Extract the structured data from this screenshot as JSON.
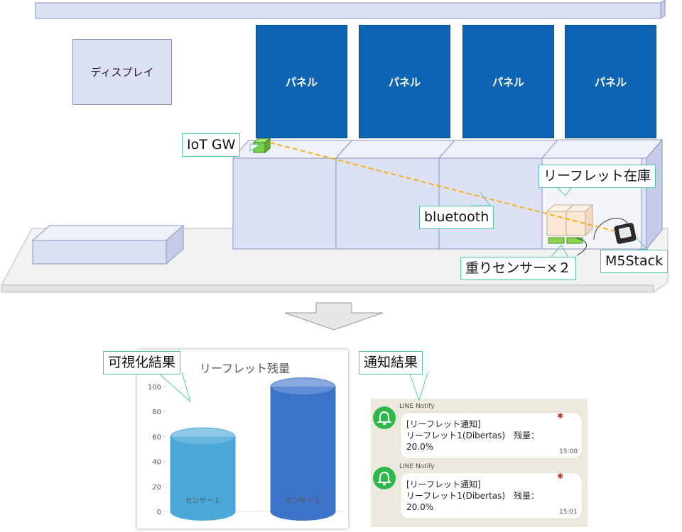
{
  "store": {
    "display_label": "ディスプレイ",
    "panels": [
      "パネル",
      "パネル",
      "パネル",
      "パネル"
    ]
  },
  "callouts": {
    "iot_gw": "IoT GW",
    "refill_stock": "リーフレット在庫",
    "bluetooth": "bluetooth",
    "m5stack": "M5Stack",
    "weight_sensor": "重りセンサー×２",
    "visualization": "可視化結果",
    "notification": "通知結果"
  },
  "chart_data": {
    "type": "bar",
    "title": "リーフレット残量",
    "categories": [
      "センサー１",
      "センサー２"
    ],
    "values": [
      60,
      100
    ],
    "ylim": [
      0,
      100
    ],
    "yticks": [
      "100",
      "80",
      "60",
      "40",
      "20",
      "0"
    ],
    "colors": [
      "#4aa8d8",
      "#3d74c9"
    ]
  },
  "notifications": [
    {
      "sender": "LINE Notify",
      "line1": "[リーフレット通知]",
      "line2": "リーフレット1(Dibertas)　残量：",
      "line3": "20.0%",
      "time": "15:00"
    },
    {
      "sender": "LINE Notify",
      "line1": "[リーフレット通知]",
      "line2": "リーフレット1(Dibertas)　残量：",
      "line3": "20.0%",
      "time": "15:01"
    }
  ],
  "colors": {
    "panel": "#0e63b3",
    "shelf": "#dde1f5",
    "callout_border": "#55c7a8",
    "line_green": "#2db84a"
  }
}
